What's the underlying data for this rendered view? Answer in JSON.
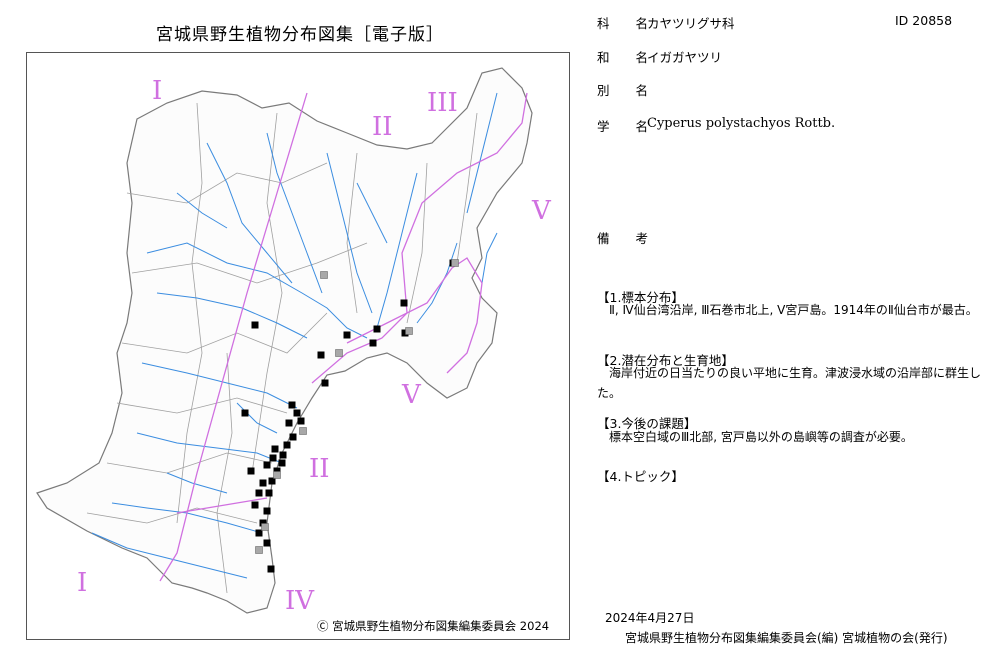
{
  "map": {
    "title": "宮城県野生植物分布図集［電子版］",
    "copyright": "Ⓒ 宮城県野生植物分布図集編集委員会  2024",
    "region_labels": [
      "I",
      "II",
      "III",
      "V",
      "V",
      "II",
      "I",
      "IV"
    ],
    "colors": {
      "river": "#3b8de0",
      "boundary": "#9e9e9e",
      "region_line": "#d070e0",
      "region_label": "#d070e0",
      "specimen_marker": "#000000",
      "historic_marker": "#a8a8a8"
    }
  },
  "info": {
    "family_label": "科 名",
    "family_value": "カヤツリグサ科",
    "id_text": "ID 20858",
    "japanese_label": "和 名",
    "japanese_value": "イガガヤツリ",
    "alias_label": "別 名",
    "alias_value": "",
    "scientific_label": "学 名",
    "scientific_value": "Cyperus polystachyos Rottb.",
    "remarks_label": "備 考"
  },
  "sections": [
    {
      "heading": "【1.標本分布】",
      "body": "Ⅱ, Ⅳ仙台湾沿岸, Ⅲ石巻市北上, Ⅴ宮戸島。1914年のⅡ仙台市が最古。"
    },
    {
      "heading": "【2.潜在分布と生育地】",
      "body": "海岸付近の日当たりの良い平地に生育。津波浸水域の沿岸部に群生した。"
    },
    {
      "heading": "【3.今後の課題】",
      "body": "標本空白域のⅢ北部, 宮戸島以外の島嶼等の調査が必要。"
    },
    {
      "heading": "【4.トピック】",
      "body": ""
    }
  ],
  "footer": {
    "date": "2024年4月27日",
    "publisher": "宮城県野生植物分布図集編集委員会(編)  宮城植物の会(発行)"
  }
}
